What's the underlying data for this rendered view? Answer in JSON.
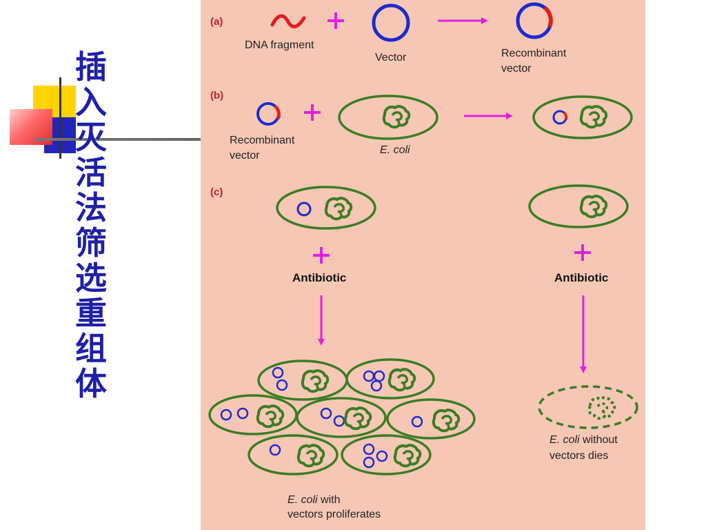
{
  "slide": {
    "title_chars": [
      "插",
      "入",
      "灭",
      "活",
      "法",
      "筛",
      "选",
      "重",
      "组",
      "体"
    ],
    "accent_colors": {
      "yellow": "#ffd400",
      "blue": "#2424b8",
      "red": "#ee3333",
      "line": "#555555"
    }
  },
  "figure": {
    "background": "#f7c7b5",
    "colors": {
      "cell": "#3a7d24",
      "plasmid": "#1c2bd0",
      "insert": "#e02020",
      "arrow": "#e020e0"
    },
    "panel_a": {
      "label": "(a)",
      "dna_fragment": "DNA fragment",
      "vector": "Vector",
      "recombinant_line1": "Recombinant",
      "recombinant_line2": "vector"
    },
    "panel_b": {
      "label": "(b)",
      "recombinant_line1": "Recombinant",
      "recombinant_line2": "vector",
      "ecoli": "E. coli"
    },
    "panel_c": {
      "label": "(c)",
      "antibiotic_left": "Antibiotic",
      "antibiotic_right": "Antibiotic",
      "proliferates_ital": "E. coli",
      "proliferates_rest": " with",
      "proliferates_line2": "vectors proliferates",
      "dies_ital": "E. coli",
      "dies_rest": " without",
      "dies_line2": "vectors dies"
    }
  }
}
